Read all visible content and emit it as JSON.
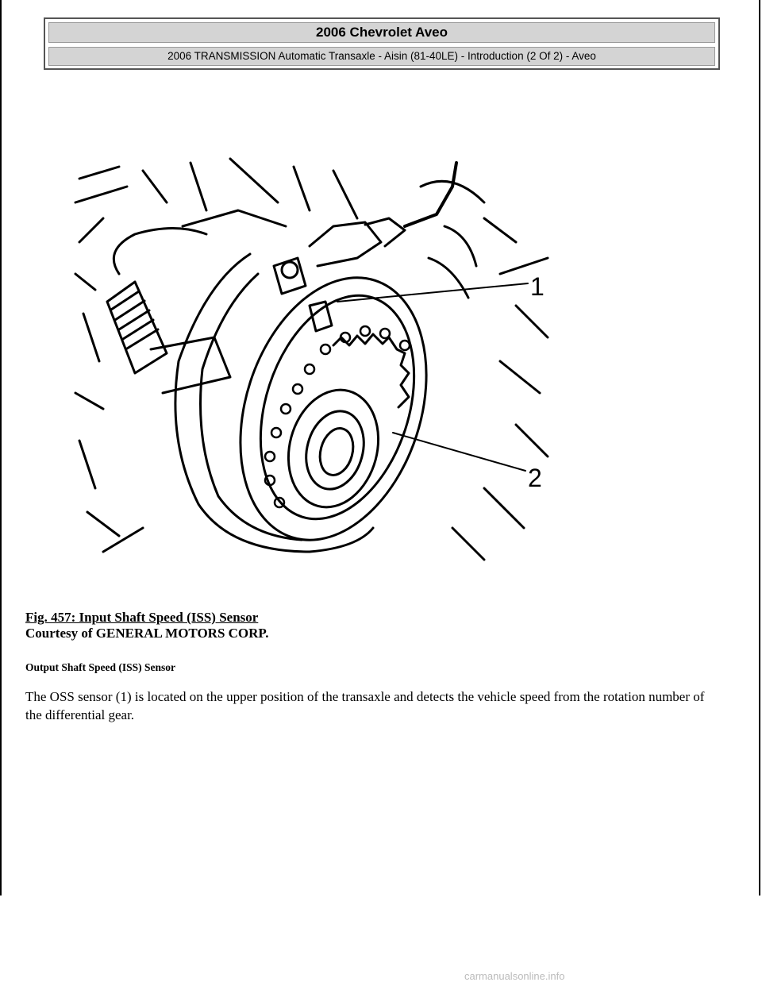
{
  "header": {
    "title": "2006 Chevrolet Aveo",
    "subtitle": "2006 TRANSMISSION Automatic Transaxle - Aisin (81-40LE) - Introduction (2 Of 2) - Aveo"
  },
  "figure": {
    "callouts": [
      "1",
      "2"
    ]
  },
  "caption": {
    "title": "Fig. 457: Input Shaft Speed (ISS) Sensor",
    "courtesy": "Courtesy of GENERAL MOTORS CORP."
  },
  "section": {
    "heading": "Output Shaft Speed (ISS) Sensor",
    "body": "The OSS sensor (1) is located on the upper position of the transaxle and detects the vehicle speed from the rotation number of the differential gear."
  },
  "footer": {
    "watermark": "carmanualsonline.info"
  }
}
